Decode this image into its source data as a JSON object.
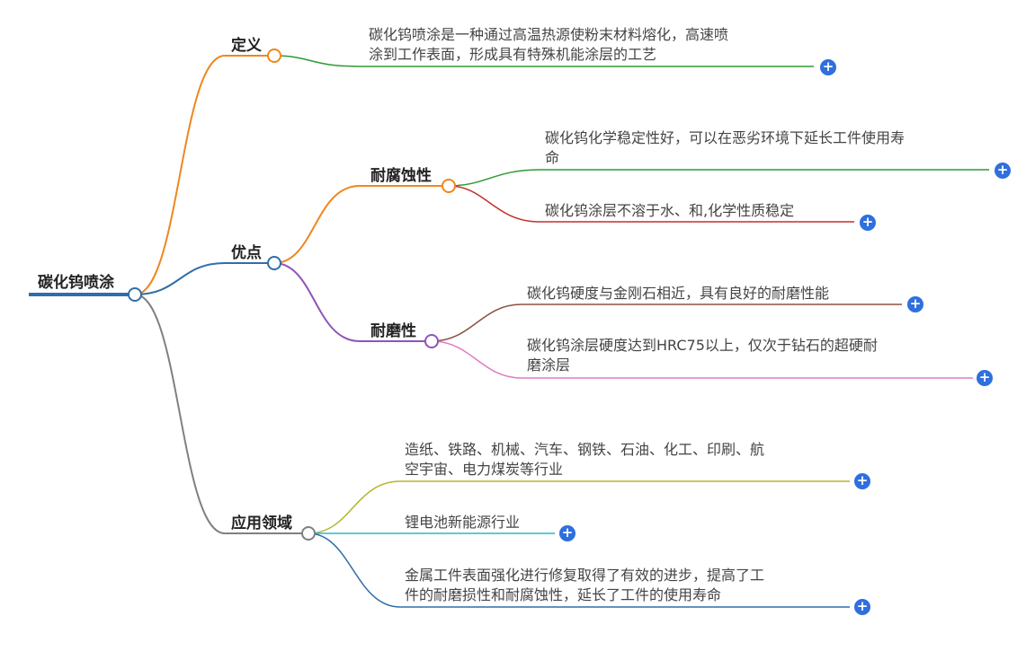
{
  "mindmap": {
    "root": {
      "label": "碳化钨喷涂"
    },
    "branches": [
      {
        "label": "定义",
        "color": "#f0861d",
        "children": [
          {
            "text": "碳化钨喷涂是一种通过高温热源使粉末材料熔化，高速喷\n涂到工作表面，形成具有特殊机能涂层的工艺",
            "color": "#2d9a32"
          }
        ]
      },
      {
        "label": "优点",
        "color": "#2f6ea8",
        "children": [
          {
            "label": "耐腐蚀性",
            "color": "#f0861d",
            "children": [
              {
                "text": "碳化钨化学稳定性好，可以在恶劣环境下延长工件使用寿\n命",
                "color": "#2d9a32"
              },
              {
                "text": "碳化钨涂层不溶于水、和,化学性质稳定",
                "color": "#c0312c"
              }
            ]
          },
          {
            "label": "耐磨性",
            "color": "#8e55b8",
            "children": [
              {
                "text": "碳化钨硬度与金刚石相近，具有良好的耐磨性能",
                "color": "#8a5040"
              },
              {
                "text": "碳化钨涂层硬度达到HRC75以上，仅次于钻石的超硬耐\n磨涂层",
                "color": "#e07cc2"
              }
            ]
          }
        ]
      },
      {
        "label": "应用领域",
        "color": "#808080",
        "children": [
          {
            "text": "造纸、铁路、机械、汽车、钢铁、石油、化工、印刷、航\n空宇宙、电力煤炭等行业",
            "color": "#b5b52a"
          },
          {
            "text": "锂电池新能源行业",
            "color": "#28b8cc"
          },
          {
            "text": "金属工件表面强化进行修复取得了有效的进步，提高了工\n件的耐磨损性和耐腐蚀性，延长了工件的使用寿命",
            "color": "#2f6ea8"
          }
        ]
      }
    ],
    "expand_icon": "plus-circle-icon",
    "expand_color": "#2f6fde"
  }
}
